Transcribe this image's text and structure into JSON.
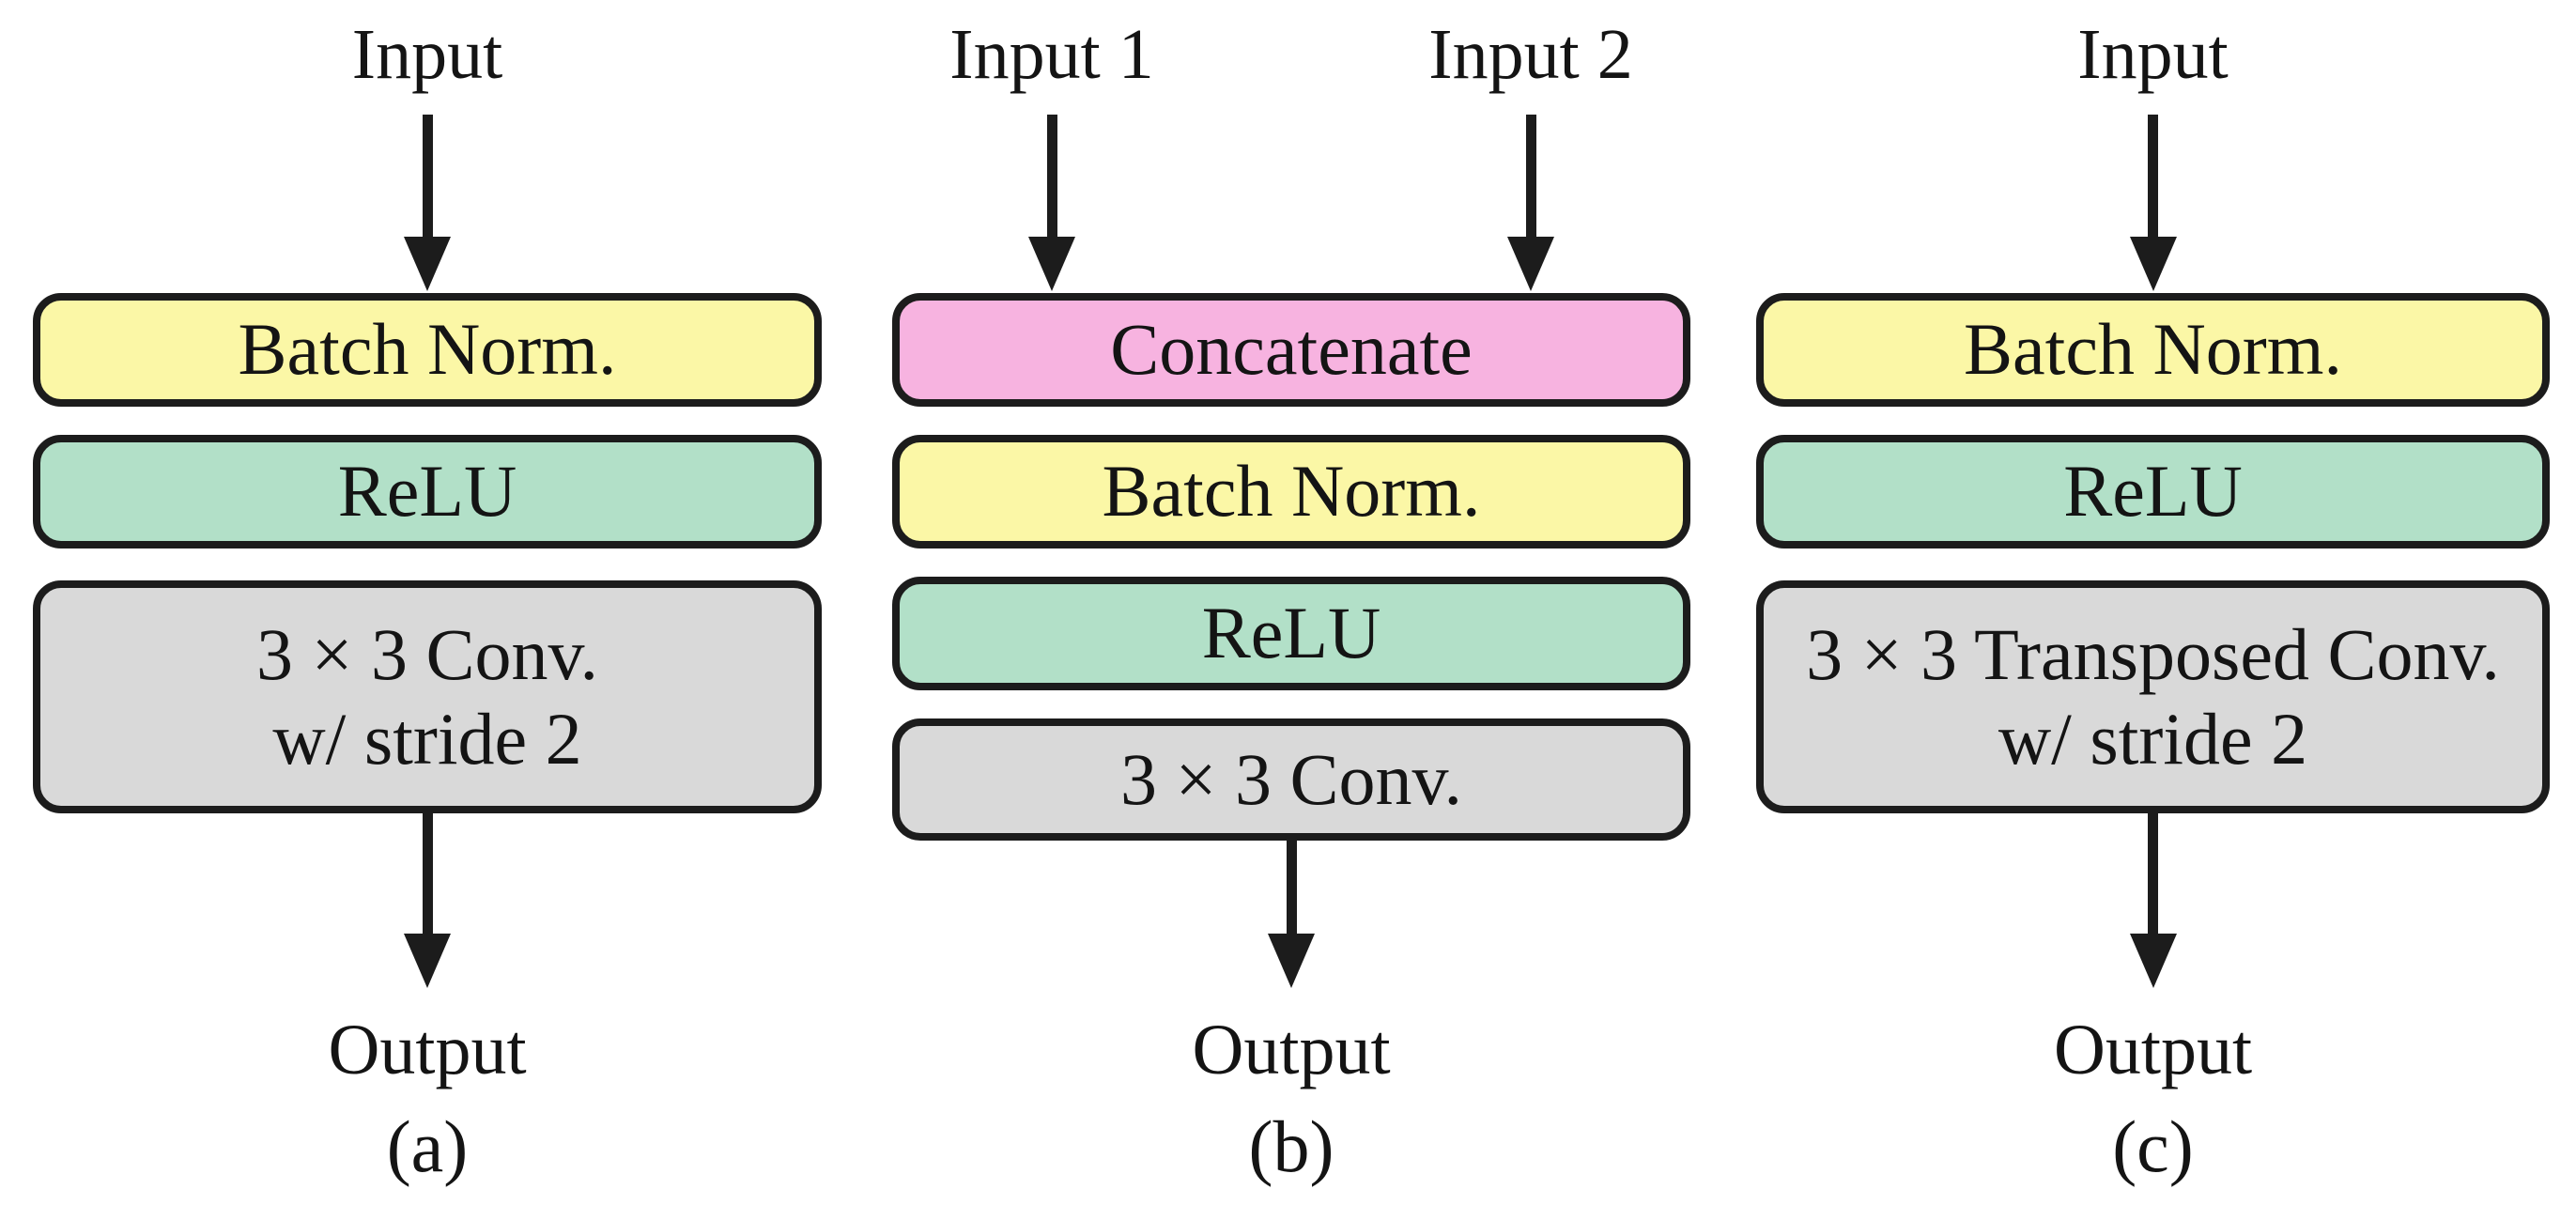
{
  "figure": {
    "colors": {
      "batch_norm": "#FBF7A6",
      "relu": "#B2E0C8",
      "conv": "#D9D9D9",
      "concatenate": "#F7B3E0",
      "stroke": "#1C1C1C",
      "background": "#FFFFFF"
    },
    "columns": [
      {
        "caption": "(a)",
        "inputs": [
          "Input"
        ],
        "output_label": "Output",
        "blocks": [
          {
            "name": "batch-norm",
            "color": "#FBF7A6",
            "lines": [
              "Batch Norm."
            ]
          },
          {
            "name": "relu",
            "color": "#B2E0C8",
            "lines": [
              "ReLU"
            ]
          },
          {
            "name": "conv-stride-2",
            "color": "#D9D9D9",
            "lines": [
              "3 × 3 Conv.",
              "w/ stride 2"
            ]
          }
        ]
      },
      {
        "caption": "(b)",
        "inputs": [
          "Input 1",
          "Input 2"
        ],
        "output_label": "Output",
        "blocks": [
          {
            "name": "concatenate",
            "color": "#F7B3E0",
            "lines": [
              "Concatenate"
            ]
          },
          {
            "name": "batch-norm",
            "color": "#FBF7A6",
            "lines": [
              "Batch Norm."
            ]
          },
          {
            "name": "relu",
            "color": "#B2E0C8",
            "lines": [
              "ReLU"
            ]
          },
          {
            "name": "conv",
            "color": "#D9D9D9",
            "lines": [
              "3 × 3 Conv."
            ]
          }
        ]
      },
      {
        "caption": "(c)",
        "inputs": [
          "Input"
        ],
        "output_label": "Output",
        "blocks": [
          {
            "name": "batch-norm",
            "color": "#FBF7A6",
            "lines": [
              "Batch Norm."
            ]
          },
          {
            "name": "relu",
            "color": "#B2E0C8",
            "lines": [
              "ReLU"
            ]
          },
          {
            "name": "transposed-conv-stride-2",
            "color": "#D9D9D9",
            "lines": [
              "3 × 3 Transposed Conv.",
              "w/ stride 2"
            ]
          }
        ]
      }
    ]
  }
}
